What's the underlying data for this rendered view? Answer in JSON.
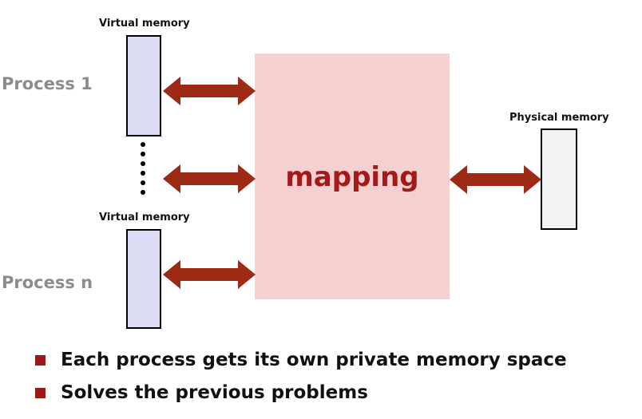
{
  "labels": {
    "virtual_memory_top": "Virtual memory",
    "virtual_memory_bottom": "Virtual memory",
    "physical_memory": "Physical memory",
    "process_1": "Process 1",
    "process_n": "Process n",
    "mapping": "mapping"
  },
  "bullets": [
    "Each process gets its own private memory space",
    "Solves the previous problems"
  ],
  "colors": {
    "virtual_memory_fill": "#dcdcf6",
    "physical_memory_fill": "#f2f2f2",
    "mapping_fill": "#f5d0d0",
    "mapping_text": "#a31a1a",
    "arrow": "#9c2a15",
    "bullet": "#a01717",
    "process_label": "#8c8c8c"
  }
}
